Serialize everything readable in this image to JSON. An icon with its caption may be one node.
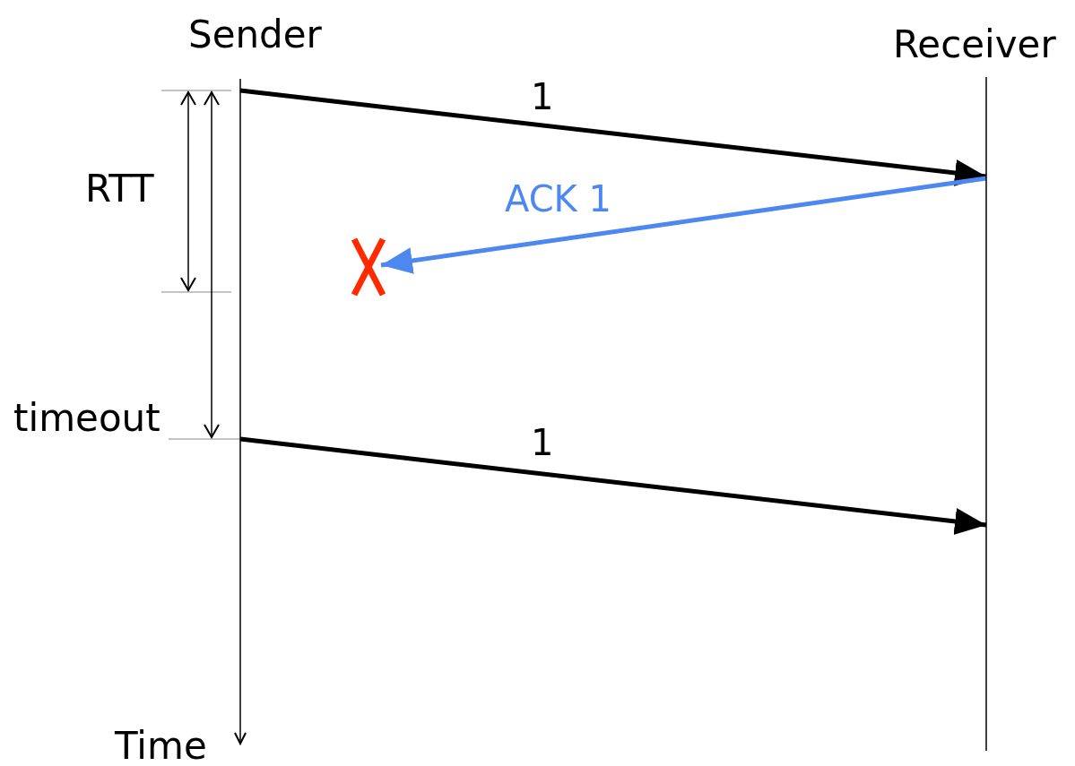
{
  "diagram": {
    "nodes": [
      {
        "text": [
          "Sender"
        ]
      },
      {
        "text": [
          "Receiver"
        ]
      },
      {
        "text": [],
        "shape": "cross"
      }
    ],
    "edges": [
      {
        "from": 0,
        "to": 1,
        "arrow": "to",
        "label": "1"
      },
      {
        "from": 1,
        "to": 2,
        "arrow": "to",
        "label": "ACK 1",
        "color": "#4d88f0"
      },
      {
        "from": 0,
        "to": 1,
        "arrow": "to",
        "label": "1"
      }
    ],
    "labels": [
      "RTT",
      "timeout",
      "Time"
    ]
  }
}
